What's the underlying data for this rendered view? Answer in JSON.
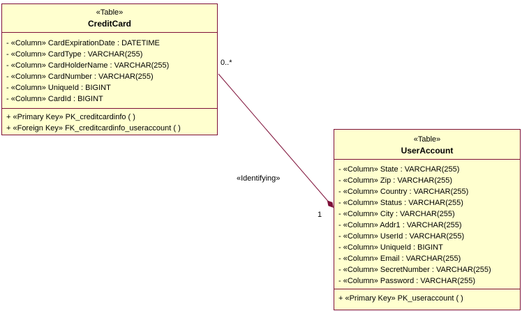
{
  "diagram": {
    "colors": {
      "table_fill": "#FFFFCF",
      "table_border": "#7E1038",
      "connector": "#7E1038",
      "text": "#000000",
      "background": "#FFFFFF"
    },
    "credit_card": {
      "stereotype": "«Table»",
      "name": "CreditCard",
      "columns": [
        "- «Column» CardExpirationDate : DATETIME",
        "- «Column» CardType : VARCHAR(255)",
        "- «Column» CardHolderName : VARCHAR(255)",
        "- «Column» CardNumber : VARCHAR(255)",
        "- «Column» UniqueId : BIGINT",
        "- «Column» CardId : BIGINT"
      ],
      "keys": [
        "+ «Primary Key» PK_creditcardinfo ( )",
        "+ «Foreign Key» FK_creditcardinfo_useraccount ( )"
      ]
    },
    "user_account": {
      "stereotype": "«Table»",
      "name": "UserAccount",
      "columns": [
        "- «Column» State : VARCHAR(255)",
        "- «Column» Zip : VARCHAR(255)",
        "- «Column» Country : VARCHAR(255)",
        "- «Column» Status : VARCHAR(255)",
        "- «Column» City : VARCHAR(255)",
        "- «Column» Addr1 : VARCHAR(255)",
        "- «Column» UserId : VARCHAR(255)",
        "- «Column» UniqueId : BIGINT",
        "- «Column» Email : VARCHAR(255)",
        "- «Column» SecretNumber : VARCHAR(255)",
        "- «Column» Password : VARCHAR(255)"
      ],
      "keys": [
        "+ «Primary Key» PK_useraccount ( )"
      ]
    },
    "relationship": {
      "stereotype": "«Identifying»",
      "multiplicity_source": "0..*",
      "multiplicity_target": "1"
    }
  }
}
